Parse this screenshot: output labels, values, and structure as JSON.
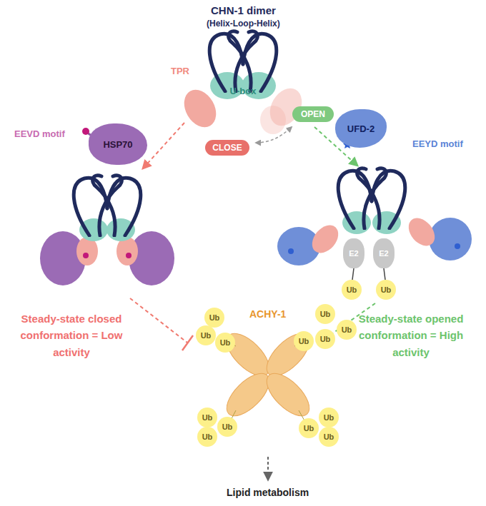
{
  "diagram": {
    "title": "CHN-1 dimer",
    "nodes": [
      {
        "text": [
          "U-box"
        ]
      },
      {
        "text": [
          "OPEN"
        ]
      },
      {
        "text": [
          "CLOSE"
        ]
      },
      {
        "text": [
          "HSP70"
        ]
      },
      {
        "text": [
          "UFD-2"
        ]
      },
      {
        "text": [
          "E2"
        ]
      },
      {
        "text": [
          "E2"
        ]
      },
      {
        "text": [
          "Ub"
        ]
      },
      {
        "text": [
          "Ub"
        ]
      },
      {
        "text": [
          "Ub"
        ]
      },
      {
        "text": [
          "Ub"
        ]
      },
      {
        "text": [
          "Ub"
        ]
      },
      {
        "text": [
          "Ub"
        ]
      },
      {
        "text": [
          "Ub"
        ]
      },
      {
        "text": [
          "Ub"
        ]
      },
      {
        "text": [
          "Ub"
        ]
      },
      {
        "text": [
          "Ub"
        ]
      },
      {
        "text": [
          "Ub"
        ]
      },
      {
        "text": [
          "Ub"
        ]
      },
      {
        "text": [
          "Ub"
        ]
      },
      {
        "text": [
          "Ub"
        ]
      },
      {
        "text": [
          "Ub"
        ]
      }
    ],
    "labels": [
      "(Helix-Loop-Helix)",
      "TPR",
      "EEVD motif",
      "EEYD motif",
      "Steady-state closed conformation = Low activity",
      "Steady-state opened conformation = High activity",
      "ACHY-1",
      "Lipid metabolism"
    ]
  }
}
